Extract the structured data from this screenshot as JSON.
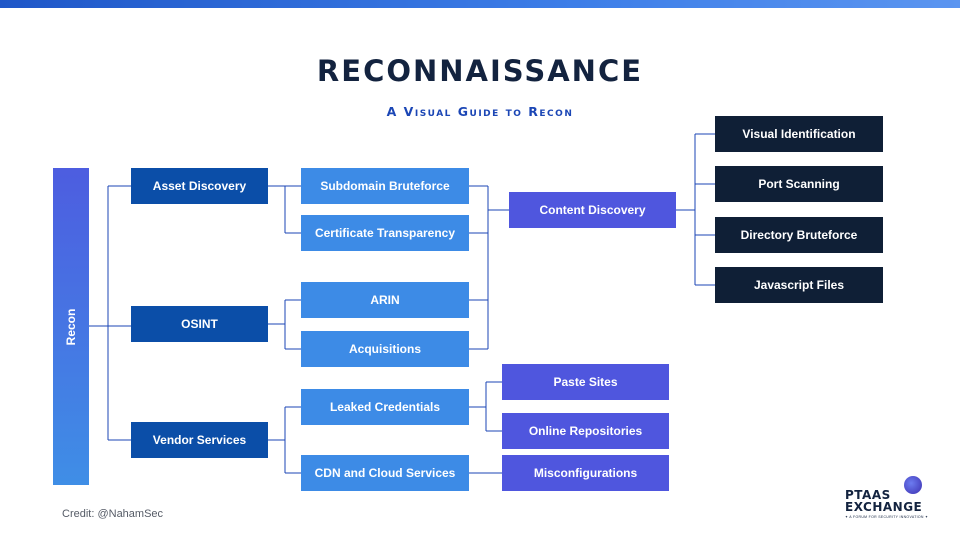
{
  "header": {
    "title": "RECONNAISSANCE",
    "subtitle": "A Visual Guide to Recon"
  },
  "root": {
    "label": "Recon"
  },
  "nodes": {
    "asset_discovery": "Asset Discovery",
    "osint": "OSINT",
    "vendor_services": "Vendor Services",
    "subdomain_bruteforce": "Subdomain Bruteforce",
    "certificate_transparency": "Certificate Transparency",
    "arin": "ARIN",
    "acquisitions": "Acquisitions",
    "leaked_credentials": "Leaked Credentials",
    "cdn_cloud": "CDN and Cloud Services",
    "content_discovery": "Content Discovery",
    "paste_sites": "Paste Sites",
    "online_repositories": "Online Repositories",
    "misconfigurations": "Misconfigurations",
    "visual_identification": "Visual Identification",
    "port_scanning": "Port Scanning",
    "directory_bruteforce": "Directory Bruteforce",
    "javascript_files": "Javascript Files"
  },
  "footer": {
    "credit": "Credit: @NahamSec",
    "logo_line1": "PTAAS",
    "logo_line2": "EXCHANGE",
    "logo_tagline": "✦ A FORUM FOR SECURITY INNOVATION ✦"
  },
  "colors": {
    "level1": "#0b4ea8",
    "level2": "#3d8be6",
    "level3": "#4f56de",
    "level4": "#0f1f36",
    "connector": "#1b46b5"
  }
}
